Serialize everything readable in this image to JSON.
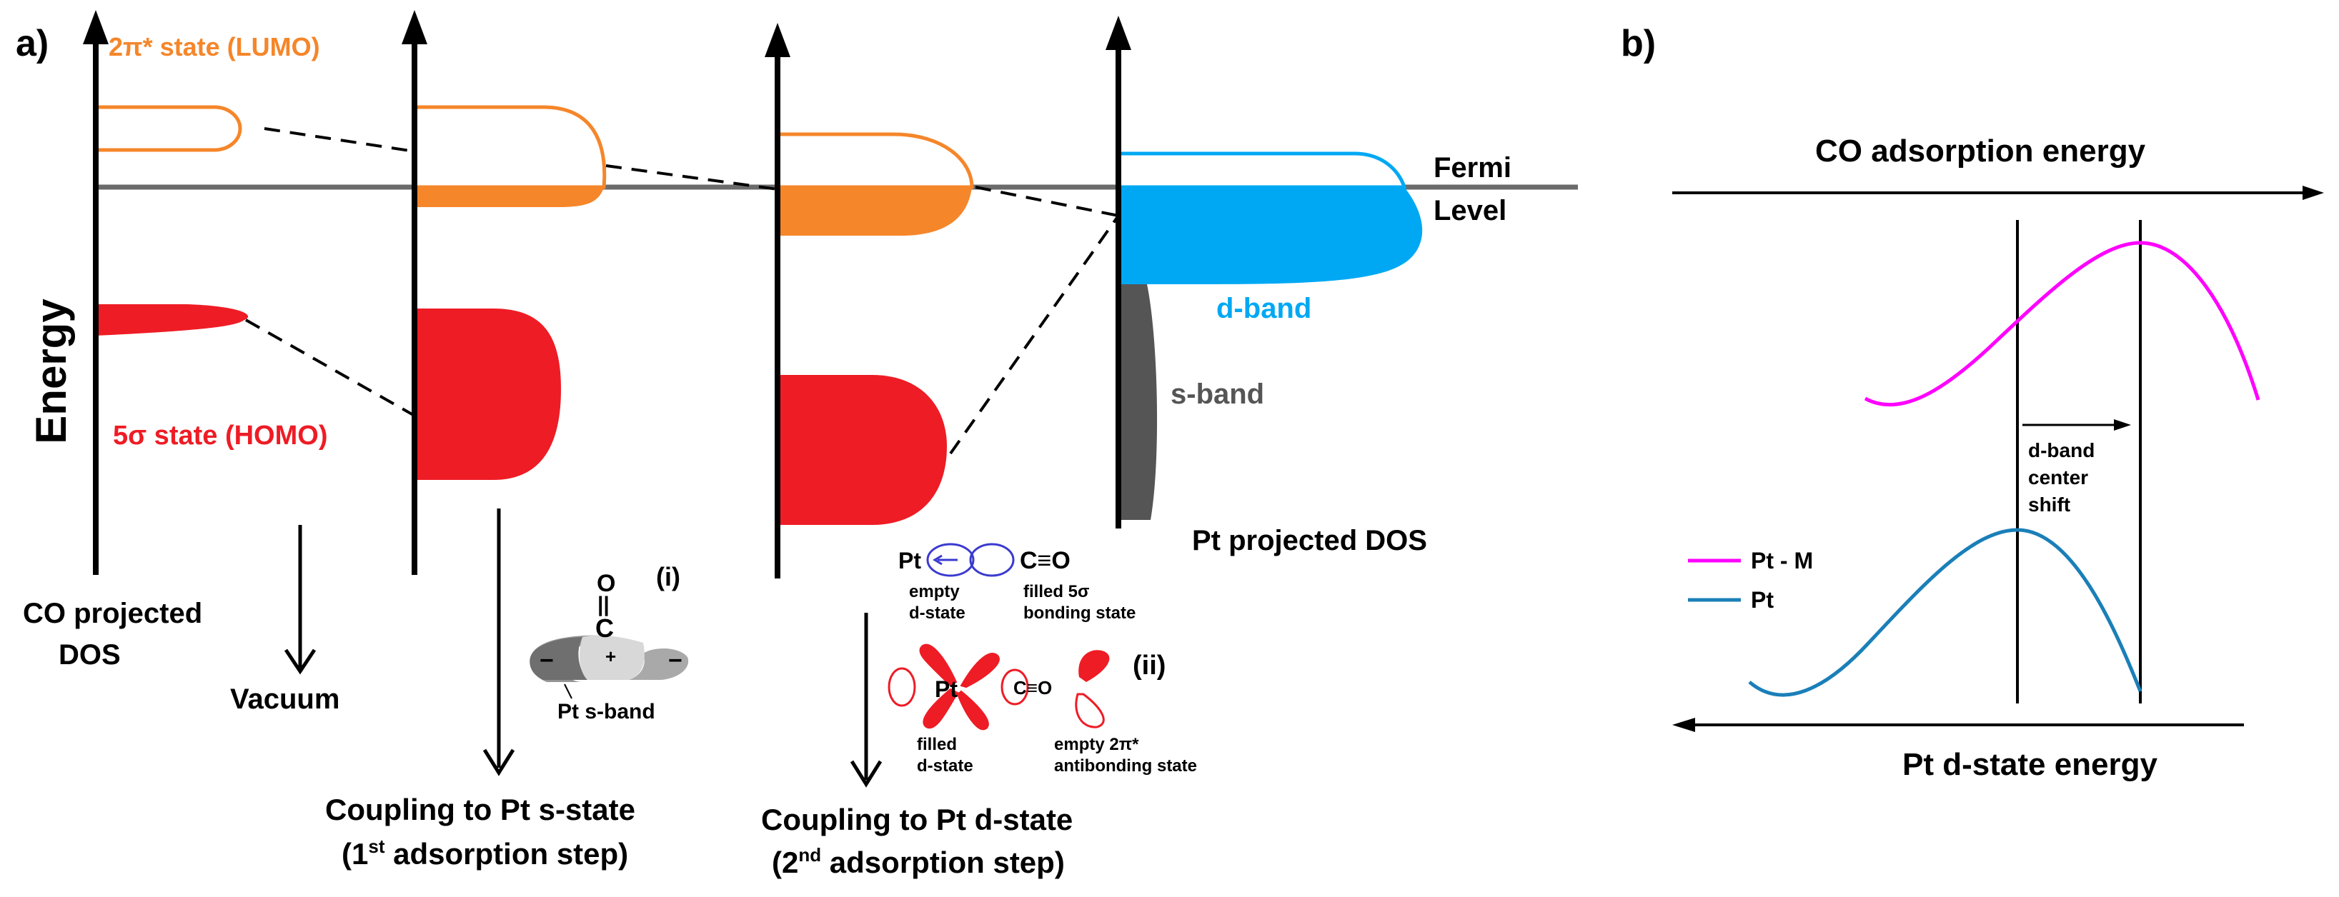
{
  "colors": {
    "lumo": "#f5862a",
    "homo": "#ee1c25",
    "dband": "#00a8f3",
    "sband": "#555555",
    "fermi": "#6b6b6b",
    "ptm": "#ff00ff",
    "pt": "#1a7fb8",
    "orbital_blue": "#3a3ad0",
    "black": "#000000"
  },
  "panel_a": {
    "label": "a)",
    "y_axis_label": "Energy",
    "lumo_label": "2π* state (LUMO)",
    "homo_label": "5σ state (HOMO)",
    "fermi_label_1": "Fermi",
    "fermi_label_2": "Level",
    "dband_label": "d-band",
    "sband_label": "s-band",
    "co_dos_1": "CO projected",
    "co_dos_2": "DOS",
    "vacuum": "Vacuum",
    "pt_dos": "Pt projected DOS",
    "step1": {
      "line1": "Coupling to Pt s-state",
      "line2_pre": "(1",
      "line2_sup": "st",
      "line2_post": " adsorption step)"
    },
    "step2": {
      "line1": "Coupling to Pt d-state",
      "line2_pre": "(2",
      "line2_sup": "nd",
      "line2_post": " adsorption step)"
    },
    "inset_i": {
      "tag": "(i)",
      "atom_o": "O",
      "atom_c": "C",
      "bond": "||",
      "plus": "+",
      "minus_left": "−",
      "minus_right": "−",
      "band_label": "Pt s-band"
    },
    "inset_ii": {
      "tag": "(ii)",
      "pt_top": "Pt",
      "co_top": "C≡O",
      "empty_d_1": "empty",
      "empty_d_2": "d-state",
      "filled_5s_1": "filled 5σ",
      "filled_5s_2": "bonding state",
      "pt_bottom": "Pt",
      "co_bottom": "C≡O",
      "filled_d_1": "filled",
      "filled_d_2": "d-state",
      "empty_2pi_1": "empty 2π*",
      "empty_2pi_2": "antibonding state"
    }
  },
  "panel_b": {
    "label": "b)",
    "top_axis_label": "CO adsorption energy",
    "bottom_axis_label": "Pt d-state energy",
    "shift_1": "d-band",
    "shift_2": "center",
    "shift_3": "shift",
    "legend": [
      {
        "name": "Pt - M",
        "color": "#ff00ff"
      },
      {
        "name": "Pt",
        "color": "#1a7fb8"
      }
    ]
  }
}
